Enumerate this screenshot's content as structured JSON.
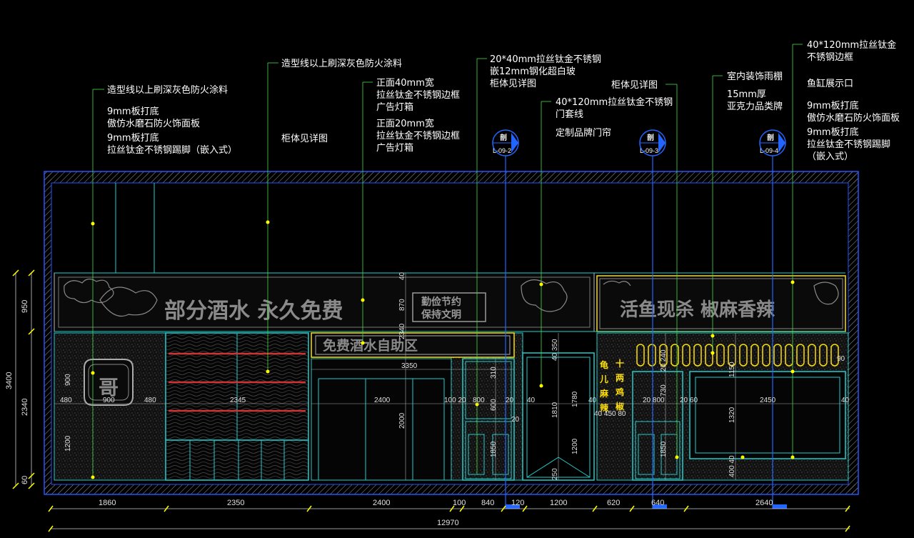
{
  "annotations": [
    {
      "id": "a1",
      "text": "造型线以上刷深灰色防火涂料"
    },
    {
      "id": "a2",
      "text": "9mm板打底"
    },
    {
      "id": "a3",
      "text": "傲仿水磨石防火饰面板"
    },
    {
      "id": "a4",
      "text": "9mm板打底"
    },
    {
      "id": "a5",
      "text": "拉丝钛金不锈钢踢脚（嵌入式）"
    },
    {
      "id": "a6",
      "text": "造型线以上刷深灰色防火涂料"
    },
    {
      "id": "a7",
      "text": "柜体见详图"
    },
    {
      "id": "a8",
      "text": "正面40mm宽"
    },
    {
      "id": "a9",
      "text": "拉丝钛金不锈钢边框"
    },
    {
      "id": "a10",
      "text": "广告灯箱"
    },
    {
      "id": "a11",
      "text": "正面20mm宽"
    },
    {
      "id": "a12",
      "text": "拉丝钛金不锈钢边框"
    },
    {
      "id": "a13",
      "text": "广告灯箱"
    },
    {
      "id": "a14",
      "text": "20*40mm拉丝钛金不锈钢"
    },
    {
      "id": "a15",
      "text": "嵌12mm钢化超白玻"
    },
    {
      "id": "a16",
      "text": "柜体见详图"
    },
    {
      "id": "a17",
      "text": "40*120mm拉丝钛金不锈钢"
    },
    {
      "id": "a18",
      "text": "门套线"
    },
    {
      "id": "a19",
      "text": "定制品牌门帘"
    },
    {
      "id": "a20",
      "text": "柜体见详图"
    },
    {
      "id": "a21",
      "text": "室内装饰雨棚"
    },
    {
      "id": "a22",
      "text": "15mm厚"
    },
    {
      "id": "a23",
      "text": "亚克力品类牌"
    },
    {
      "id": "a24",
      "text": "40*120mm拉丝钛金"
    },
    {
      "id": "a25",
      "text": "不锈钢边框"
    },
    {
      "id": "a26",
      "text": "鱼缸展示口"
    },
    {
      "id": "a27",
      "text": "9mm板打底"
    },
    {
      "id": "a28",
      "text": "傲仿水磨石防火饰面板"
    },
    {
      "id": "a29",
      "text": "9mm板打底"
    },
    {
      "id": "a30",
      "text": "拉丝钛金不锈钢踢脚"
    },
    {
      "id": "a31",
      "text": "（嵌入式）"
    }
  ],
  "section_markers": [
    {
      "top": "剖",
      "code": "L-09-2"
    },
    {
      "top": "剖",
      "code": "L-09-3"
    },
    {
      "top": "剖",
      "code": "L-09-4"
    }
  ],
  "signs": {
    "left_banner": "部分酒水 永久免费",
    "left_badge_line1": "勤俭节约",
    "left_badge_line2": "保持文明",
    "middle_banner": "免费酒水自助区",
    "right_banner": "活鱼现杀 椒麻香辣",
    "logo_char": "哥",
    "vertical_1": [
      "龟",
      "儿",
      "麻",
      "辣"
    ],
    "vertical_2": [
      "十",
      "两",
      "鸡",
      "椒"
    ]
  },
  "bottom_dims": [
    "1860",
    "2350",
    "2400",
    "100",
    "840",
    "120",
    "1200",
    "620",
    "640",
    "2640"
  ],
  "total_dim": "12970",
  "left_dims": [
    "950",
    "3400",
    "2340",
    "60"
  ],
  "inner_dims": {
    "d480a": "480",
    "d900": "900",
    "d480b": "480",
    "d2345": "2345",
    "d2400": "2400",
    "d3350": "3350",
    "d2000": "2000",
    "d100_20": "100 20",
    "d800a": "800",
    "d20a": "20",
    "d40a": "40",
    "d1810": "1810",
    "d40b": "40",
    "d450": "40 450 80",
    "d20_800": "20  800",
    "d20_60": "20 60",
    "d2450": "2450",
    "d40c": "40",
    "d1320": "1320",
    "d400": "400 40",
    "d40_350": "40 350",
    "d1780": "1780",
    "d1200": "1200",
    "d250": "250",
    "d1850a": "1850",
    "d1850b": "1850",
    "d600": "600",
    "d730": "730",
    "d310": "310",
    "d870": "870",
    "d40_top": "40",
    "d40_240": "2340",
    "d20_240": "20 240",
    "d900v": "900",
    "d1200v": "1200",
    "d1150": "1150",
    "d20b": "20",
    "d90": "90"
  }
}
